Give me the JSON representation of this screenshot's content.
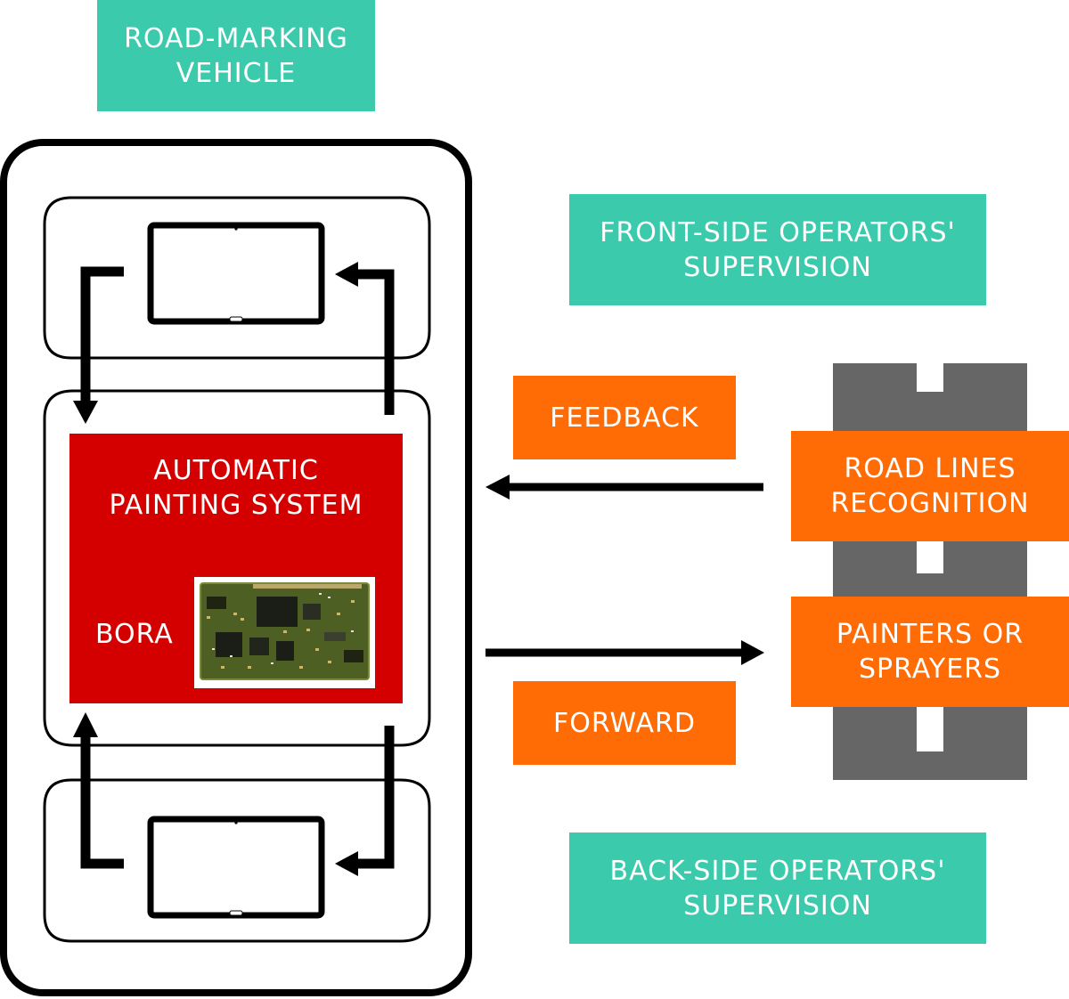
{
  "labels": {
    "vehicle": [
      "ROAD-MARKING",
      "VEHICLE"
    ],
    "front_supervision": [
      "FRONT-SIDE OPERATORS'",
      "SUPERVISION"
    ],
    "back_supervision": [
      "BACK-SIDE OPERATORS'",
      "SUPERVISION"
    ],
    "feedback": "FEEDBACK",
    "forward": "FORWARD",
    "road_lines": [
      "ROAD LINES",
      "RECOGNITION"
    ],
    "painters": [
      "PAINTERS OR",
      "SPRAYERS"
    ],
    "painting_system": [
      "AUTOMATIC",
      "PAINTING SYSTEM"
    ],
    "bora": "BORA"
  },
  "colors": {
    "teal": "#3ccaad",
    "orange": "#ff6b04",
    "red": "#d40000",
    "road": "#666666",
    "ink": "#000000"
  },
  "icons": {
    "tablet": "tablet-icon",
    "board": "circuit-board-image"
  }
}
